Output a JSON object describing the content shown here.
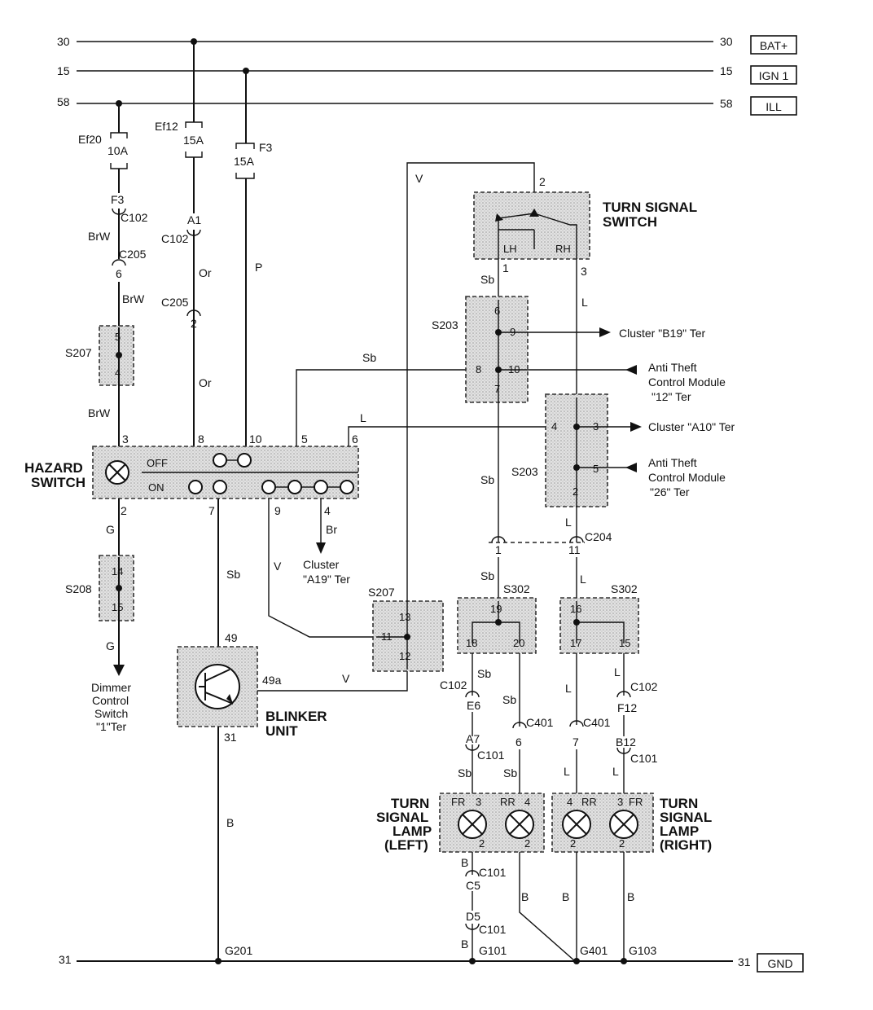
{
  "rails": {
    "r30_left": "30",
    "r30_right": "30",
    "r30_tag": "BAT+",
    "r15_left": "15",
    "r15_right": "15",
    "r15_tag": "IGN 1",
    "r58_left": "58",
    "r58_right": "58",
    "r58_tag": "ILL",
    "r31_left": "31",
    "r31_right": "31",
    "r31_tag": "GND"
  },
  "fuses": {
    "ef20_name": "Ef20",
    "ef20_rating": "10A",
    "ef12_name": "Ef12",
    "ef12_rating": "15A",
    "f3_name": "F3",
    "f3_rating": "15A"
  },
  "left_branch": {
    "f3": "F3",
    "c102": "C102",
    "brw1": "BrW",
    "c205": "C205",
    "pin6": "6",
    "brw2": "BrW",
    "s207": "S207",
    "s207_top": "5",
    "s207_bot": "4",
    "brw3": "BrW"
  },
  "mid_branch": {
    "a1": "A1",
    "c102": "C102",
    "or1": "Or",
    "c205": "C205",
    "pin2": "2",
    "or2": "Or",
    "p": "P"
  },
  "hazard": {
    "title_line1": "HAZARD",
    "title_line2": "SWITCH",
    "off": "OFF",
    "on": "ON",
    "p3": "3",
    "p8": "8",
    "p10": "10",
    "p5": "5",
    "p6": "6",
    "p2": "2",
    "p7": "7",
    "p9": "9",
    "p4": "4"
  },
  "hazard_out": {
    "g1": "G",
    "g2": "G",
    "br": "Br",
    "v": "V",
    "sb": "Sb",
    "cluster_a19_line1": "Cluster",
    "cluster_a19_line2": "\"A19\" Ter",
    "dimmer_l1": "Dimmer",
    "dimmer_l2": "Control",
    "dimmer_l3": "Switch",
    "dimmer_l4": "\"1\"Ter"
  },
  "s208": {
    "name": "S208",
    "top": "14",
    "bot": "15"
  },
  "blinker": {
    "title_line1": "BLINKER",
    "title_line2": "UNIT",
    "p49": "49",
    "p49a": "49a",
    "p31": "31",
    "v": "V",
    "b": "B",
    "g201": "G201"
  },
  "s207b": {
    "name": "S207",
    "p13": "13",
    "p11": "11",
    "p12": "12"
  },
  "turn_switch": {
    "title_line1": "TURN SIGNAL",
    "title_line2": "SWITCH",
    "p2": "2",
    "p1": "1",
    "p3": "3",
    "lh": "LH",
    "rh": "RH",
    "v": "V",
    "sb": "Sb",
    "l": "L"
  },
  "s203_upper": {
    "name": "S203",
    "p6": "6",
    "p9": "9",
    "p8": "8",
    "p10": "10",
    "p7": "7",
    "sb": "Sb",
    "cluster_b19": "Cluster \"B19\" Ter",
    "anti_l1": "Anti Theft",
    "anti_l2": "Control Module",
    "anti_l3": "\"12\" Ter"
  },
  "s203_lower": {
    "name": "S203",
    "p4": "4",
    "p3": "3",
    "p5": "5",
    "p2": "2",
    "l": "L",
    "cluster_a10": "Cluster \"A10\" Ter",
    "anti_l1": "Anti Theft",
    "anti_l2": "Control Module",
    "anti_l3": "\"26\" Ter"
  },
  "c204": {
    "name": "C204",
    "p1": "1",
    "p11": "11",
    "sb": "Sb",
    "l": "L",
    "sb2": "Sb",
    "l2": "L"
  },
  "s302_left": {
    "name": "S302",
    "p19": "19",
    "p18": "18",
    "p20": "20"
  },
  "s302_right": {
    "name": "S302",
    "p16": "16",
    "p17": "17",
    "p15": "15"
  },
  "connectors": {
    "c102_l": "C102",
    "e6": "E6",
    "sb1": "Sb",
    "sb2": "Sb",
    "c401_l": "C401",
    "p6": "6",
    "a7": "A7",
    "c101_l": "C101",
    "sb3": "Sb",
    "sb4": "Sb",
    "l1": "L",
    "l2": "L",
    "c401_r": "C401",
    "p7": "7",
    "c102_r": "C102",
    "f12": "F12",
    "b12": "B12",
    "c101_r": "C101",
    "l3": "L",
    "l4": "L"
  },
  "lamps_left": {
    "title_line1": "TURN",
    "title_line2": "SIGNAL",
    "title_line3": "LAMP",
    "title_line4": "(LEFT)",
    "fr": "FR",
    "rr": "RR",
    "p3": "3",
    "p4": "4",
    "p2a": "2",
    "p2b": "2"
  },
  "lamps_right": {
    "title_line1": "TURN",
    "title_line2": "SIGNAL",
    "title_line3": "LAMP",
    "title_line4": "(RIGHT)",
    "rr": "RR",
    "fr": "FR",
    "p4": "4",
    "p3": "3",
    "p2a": "2",
    "p2b": "2"
  },
  "ground": {
    "b1": "B",
    "c5": "C5",
    "c101a": "C101",
    "d5": "D5",
    "c101b": "C101",
    "b2": "B",
    "g101": "G101",
    "b3": "B",
    "b4": "B",
    "b5": "B",
    "g401": "G401",
    "g103": "G103"
  }
}
